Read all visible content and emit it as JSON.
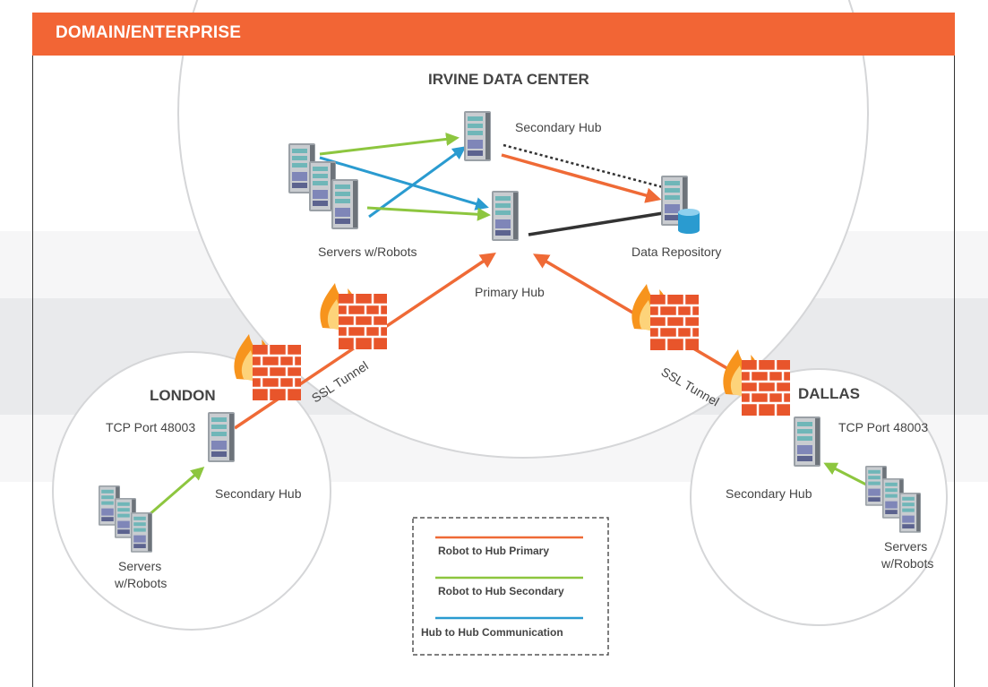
{
  "header": {
    "title": "DOMAIN/ENTERPRISE"
  },
  "colors": {
    "header": "#f26535",
    "primary_link": "#ef6a36",
    "secondary_link": "#8dc63f",
    "hub_link": "#2a9bd0",
    "backbone": "#333333",
    "dotted": "#333333"
  },
  "sites": {
    "irvine": {
      "title": "IRVINE DATA CENTER",
      "secondary_hub": "Secondary Hub",
      "servers": "Servers w/Robots",
      "primary_hub": "Primary Hub",
      "repository": "Data Repository"
    },
    "london": {
      "title": "LONDON",
      "port": "TCP Port 48003",
      "secondary_hub": "Secondary Hub",
      "servers_line1": "Servers",
      "servers_line2": "w/Robots"
    },
    "dallas": {
      "title": "DALLAS",
      "port": "TCP Port 48003",
      "secondary_hub": "Secondary Hub",
      "servers_line1": "Servers",
      "servers_line2": "w/Robots"
    }
  },
  "tunnels": {
    "left": "SSL Tunnel",
    "right": "SSL Tunnel"
  },
  "legend": {
    "items": [
      {
        "label": "Robot to Hub Primary",
        "color": "#ef6a36"
      },
      {
        "label": "Robot to Hub Secondary",
        "color": "#8dc63f"
      },
      {
        "label": "Hub to Hub Communication",
        "color": "#2a9bd0"
      }
    ]
  }
}
